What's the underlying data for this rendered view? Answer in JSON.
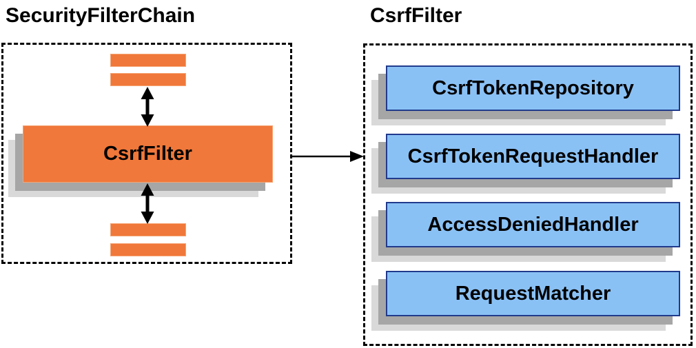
{
  "diagram": {
    "left_panel": {
      "title": "SecurityFilterChain",
      "filter_box_label": "CsrfFilter"
    },
    "right_panel": {
      "title": "CsrfFilter",
      "components": [
        {
          "label": "CsrfTokenRepository"
        },
        {
          "label": "CsrfTokenRequestHandler"
        },
        {
          "label": "AccessDeniedHandler"
        },
        {
          "label": "RequestMatcher"
        }
      ]
    },
    "colors": {
      "orange": "#F0783A",
      "orange_border": "#F6A473",
      "blue": "#8AC1F5",
      "blue_border": "#203A8C",
      "shadow_mid": "#A6A6A6",
      "shadow_light": "#D9D9D9",
      "outline": "#000000",
      "text": "#000000"
    }
  }
}
